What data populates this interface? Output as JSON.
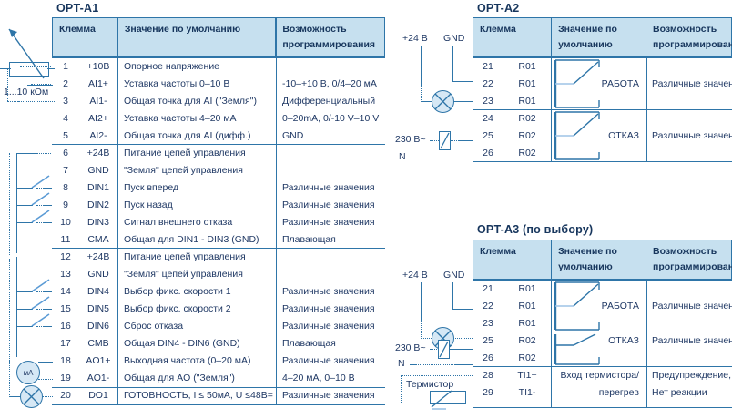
{
  "meta": {
    "header_bg": "#c6e0ef",
    "line_color": "#2e75a8",
    "text_color": "#1f3864"
  },
  "tables": {
    "a1": {
      "title": "OPT-A1",
      "columns": [
        "Клемма",
        "Значение по умолчанию",
        "Возможность",
        "программирования"
      ],
      "header": {
        "col1": "Клемма",
        "col2": "Значение по умолчанию",
        "col3_line1": "Возможность",
        "col3_line2": "программирования"
      },
      "rows": [
        {
          "num": "1",
          "term": "+10В",
          "def": "Опорное напряжение",
          "prog": ""
        },
        {
          "num": "2",
          "term": "AI1+",
          "def": "Уставка частоты 0–10 В",
          "prog": "-10–+10 В, 0/4–20 мА"
        },
        {
          "num": "3",
          "term": "AI1-",
          "def": "Общая точка для AI (\"Земля\")",
          "prog": "Дифференциальный"
        },
        {
          "num": "4",
          "term": "AI2+",
          "def": "Уставка частоты 4–20 мА",
          "prog": "0–20mA, 0/-10 V–10 V"
        },
        {
          "num": "5",
          "term": "AI2-",
          "def": "Общая точка для AI (дифф.)",
          "prog": "GND"
        },
        {
          "num": "6",
          "term": "+24В",
          "def": "Питание цепей управления",
          "prog": ""
        },
        {
          "num": "7",
          "term": "GND",
          "def": "\"Земля\" цепей управления",
          "prog": ""
        },
        {
          "num": "8",
          "term": "DIN1",
          "def": "Пуск вперед",
          "prog": "Различные значения"
        },
        {
          "num": "9",
          "term": "DIN2",
          "def": "Пуск назад",
          "prog": "Различные значения"
        },
        {
          "num": "10",
          "term": "DIN3",
          "def": "Сигнал внешнего отказа",
          "prog": "Различные значения"
        },
        {
          "num": "11",
          "term": "CMA",
          "def": "Общая для DIN1 - DIN3 (GND)",
          "prog": "Плавающая"
        },
        {
          "num": "12",
          "term": "+24В",
          "def": "Питание цепей управления",
          "prog": ""
        },
        {
          "num": "13",
          "term": "GND",
          "def": "\"Земля\" цепей управления",
          "prog": ""
        },
        {
          "num": "14",
          "term": "DIN4",
          "def": "Выбор фикс. скорости 1",
          "prog": "Различные значения"
        },
        {
          "num": "15",
          "term": "DIN5",
          "def": "Выбор фикс. скорости 2",
          "prog": "Различные значения"
        },
        {
          "num": "16",
          "term": "DIN6",
          "def": "Сброс отказа",
          "prog": "Различные значения"
        },
        {
          "num": "17",
          "term": "CMB",
          "def": "Общая DIN4 - DIN6 (GND)",
          "prog": "Плавающая"
        },
        {
          "num": "18",
          "term": "AO1+",
          "def": "Выходная частота (0–20 мА)",
          "prog": "Различные значения"
        },
        {
          "num": "19",
          "term": "AO1-",
          "def": "Общая для AO (\"Земля\")",
          "prog": "4–20 мА, 0–10 В"
        },
        {
          "num": "20",
          "term": "DO1",
          "def": "ГОТОВНОСТЬ, I ≤ 50мА, U ≤48В=",
          "prog": "Различные значения"
        }
      ]
    },
    "a2": {
      "title": "OPT-A2",
      "header": {
        "col1": "Клемма",
        "col2_line1": "Значение по",
        "col2_line2": "умолчанию",
        "col3_line1": "Возможность",
        "col3_line2": "программирования"
      },
      "rows": [
        {
          "num": "21",
          "term": "R01",
          "def": "",
          "prog": ""
        },
        {
          "num": "22",
          "term": "R01",
          "def": "РАБОТА",
          "prog": "Различные значения"
        },
        {
          "num": "23",
          "term": "R01",
          "def": "",
          "prog": ""
        },
        {
          "num": "24",
          "term": "R02",
          "def": "",
          "prog": ""
        },
        {
          "num": "25",
          "term": "R02",
          "def": "ОТКАЗ",
          "prog": "Различные значения"
        },
        {
          "num": "26",
          "term": "R02",
          "def": "",
          "prog": ""
        }
      ]
    },
    "a3": {
      "title": "OPT-A3 (по выбору)",
      "header": {
        "col1": "Клемма",
        "col2_line1": "Значение по",
        "col2_line2": "умолчанию",
        "col3_line1": "Возможность",
        "col3_line2": "программирования"
      },
      "rows": [
        {
          "num": "21",
          "term": "R01",
          "def": "",
          "prog": ""
        },
        {
          "num": "22",
          "term": "R01",
          "def": "РАБОТА",
          "prog": "Различные значения"
        },
        {
          "num": "23",
          "term": "R01",
          "def": "",
          "prog": ""
        },
        {
          "num": "25",
          "term": "R02",
          "def": "ОТКАЗ",
          "prog": "Различные значения"
        },
        {
          "num": "26",
          "term": "R02",
          "def": "",
          "prog": ""
        },
        {
          "num": "28",
          "term": "TI1+",
          "def": "Вход термистора/",
          "prog": "Предупреждение, ошибка"
        },
        {
          "num": "29",
          "term": "TI1-",
          "def": "перегрев",
          "prog": "Нет реакции"
        }
      ]
    }
  },
  "schematic": {
    "potentiometer_label": "1...10 кОм",
    "ammeter_label": "мА",
    "a2": {
      "v24_label": "+24 В",
      "gnd_label": "GND",
      "mains_label": "230 В~",
      "neutral_label": "N"
    },
    "a3": {
      "v24_label": "+24 В",
      "gnd_label": "GND",
      "mains_label": "230 В~",
      "neutral_label": "N",
      "thermistor_label": "Термистор"
    }
  }
}
